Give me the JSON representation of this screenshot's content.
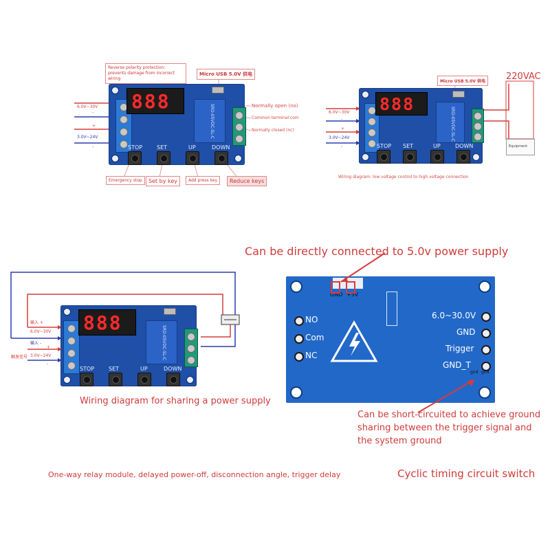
{
  "colors": {
    "board": "#1f4fa6",
    "accent_red": "#d03a3a",
    "wire_red": "#d63c3c",
    "wire_blue": "#2d3bb0"
  },
  "top_left": {
    "callout_polarity": "Reverse polarity protection: prevents damage from incorrect wiring",
    "callout_usb": "Micro USB 5.0V 供电",
    "label_no": "Normally open (no)",
    "label_com": "Common terminal com",
    "label_nc": "Normally closed (nc)",
    "v_power": "6.0V~30V",
    "v_trigger": "3.0V~24V",
    "plus_1": "+",
    "minus_1": "-",
    "plus_2": "+",
    "minus_2": "-",
    "btn_stop": "STOP",
    "btn_set": "SET",
    "btn_up": "UP",
    "btn_down": "DOWN",
    "callout_stop": "Emergency stop",
    "callout_set": "Set by key",
    "callout_up": "Add press key",
    "callout_down": "Reduce keys",
    "display": "888"
  },
  "top_right": {
    "callout_usb": "Micro USB 5.0V 供电",
    "v_ac": "220VAC",
    "equipment": "Equipment",
    "v_power": "6.0V~30V",
    "v_trigger": "3.0V~24V",
    "plus_1": "+",
    "minus_1": "-",
    "plus_2": "+",
    "minus_2": "-",
    "btn_stop": "STOP",
    "btn_set": "SET",
    "btn_up": "UP",
    "btn_down": "DOWN",
    "caption": "Wiring diagram: low voltage control to high voltage connection",
    "display": "888"
  },
  "bottom_left": {
    "input_1": "输入 +",
    "v_power": "6.0V~30V",
    "input_2": "输入 -",
    "trigger": "触发信号",
    "v_trigger": "3.0V~24V",
    "minus": "-",
    "plus": "+",
    "btn_stop": "STOP",
    "btn_set": "SET",
    "btn_up": "UP",
    "btn_down": "DOWN",
    "caption": "Wiring diagram for sharing a power supply",
    "display": "888"
  },
  "bottom_right": {
    "headline": "Can be directly connected to 5.0v power supply",
    "pad_gnd": "GND",
    "pad_5v": "+5V",
    "label_no": "NO",
    "label_com": "Com",
    "label_nc": "NC",
    "label_v": "6.0~30.0V",
    "label_gnd": "GND",
    "label_trigger": "Trigger",
    "label_gndt": "GND_T",
    "pad_gnd2": "gnd",
    "pad_gnd3": "gnd",
    "note": "Can be short-circuited to achieve ground sharing between the trigger signal and the system ground"
  },
  "footer": {
    "left": "One-way relay module, delayed power-off, disconnection angle, trigger delay",
    "right": "Cyclic timing circuit switch"
  }
}
